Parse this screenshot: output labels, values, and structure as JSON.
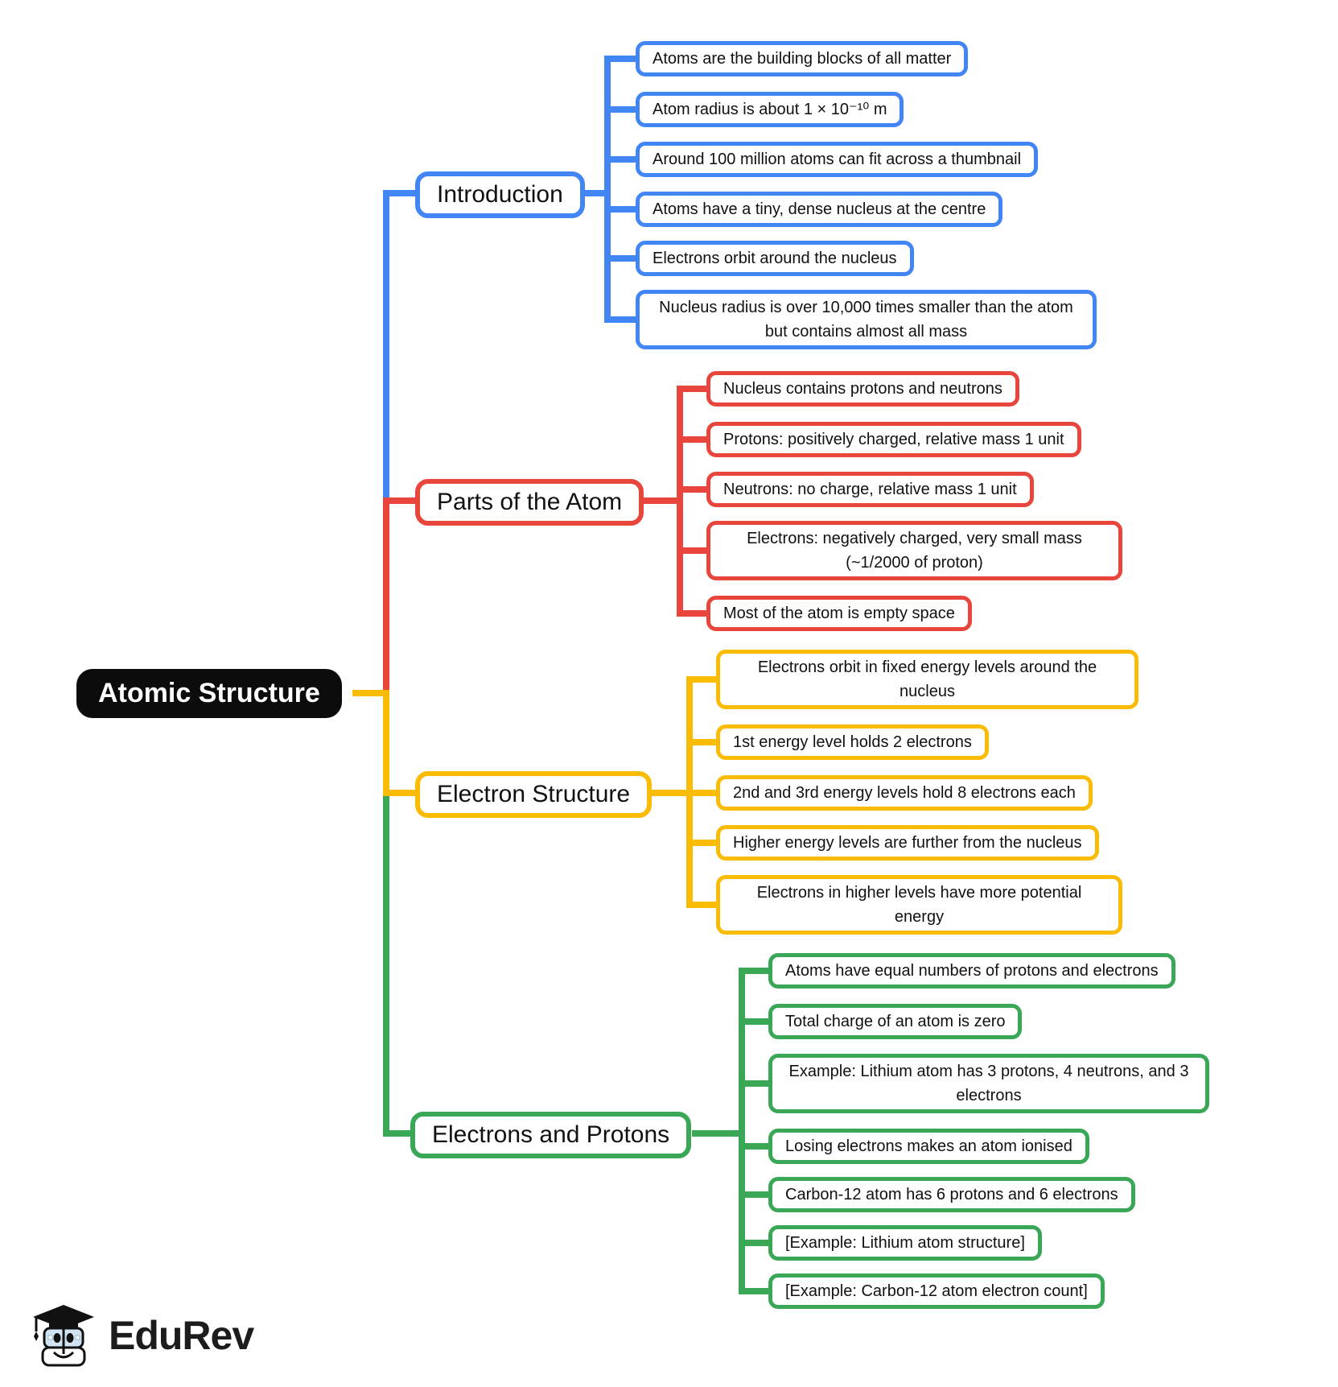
{
  "title": {
    "text": "Atomic Structure"
  },
  "colors": {
    "center_background": "#0c0c0c",
    "center_text": "#ffffff",
    "introduction_blue": "#4285F4",
    "parts_red": "#E8463C",
    "electron_yellow": "#F9BB04",
    "protons_green": "#3AA757"
  },
  "branches": [
    {
      "label": "Introduction",
      "color": "#4285F4",
      "children": [
        "Atoms are the building blocks of all matter",
        "Atom radius is about 1 × 10⁻¹⁰ m",
        "Around 100 million atoms can fit across a thumbnail",
        "Atoms have a tiny, dense nucleus at the centre",
        "Electrons orbit around the nucleus",
        "Nucleus radius is over 10,000 times smaller than the atom but contains almost all mass"
      ]
    },
    {
      "label": "Parts of the Atom",
      "color": "#E8463C",
      "children": [
        "Nucleus contains protons and neutrons",
        "Protons: positively charged, relative mass 1 unit",
        "Neutrons: no charge, relative mass 1 unit",
        "Electrons: negatively charged, very small mass (~1/2000 of proton)",
        "Most of the atom is empty space"
      ]
    },
    {
      "label": "Electron Structure",
      "color": "#F9BB04",
      "children": [
        "Electrons orbit in fixed energy levels around the nucleus",
        "1st energy level holds 2 electrons",
        "2nd and 3rd energy levels hold 8 electrons each",
        "Higher energy levels are further from the nucleus",
        "Electrons in higher levels have more potential energy"
      ]
    },
    {
      "label": "Electrons and Protons",
      "color": "#3AA757",
      "children": [
        "Atoms have equal numbers of protons and electrons",
        "Total charge of an atom is zero",
        "Example: Lithium atom has 3 protons, 4 neutrons, and 3 electrons",
        "Losing electrons makes an atom ionised",
        "Carbon-12 atom has 6 protons and 6 electrons",
        "[Example: Lithium atom structure]",
        "[Example: Carbon-12 atom electron count]"
      ]
    }
  ],
  "logo": {
    "text": "EduRev"
  }
}
